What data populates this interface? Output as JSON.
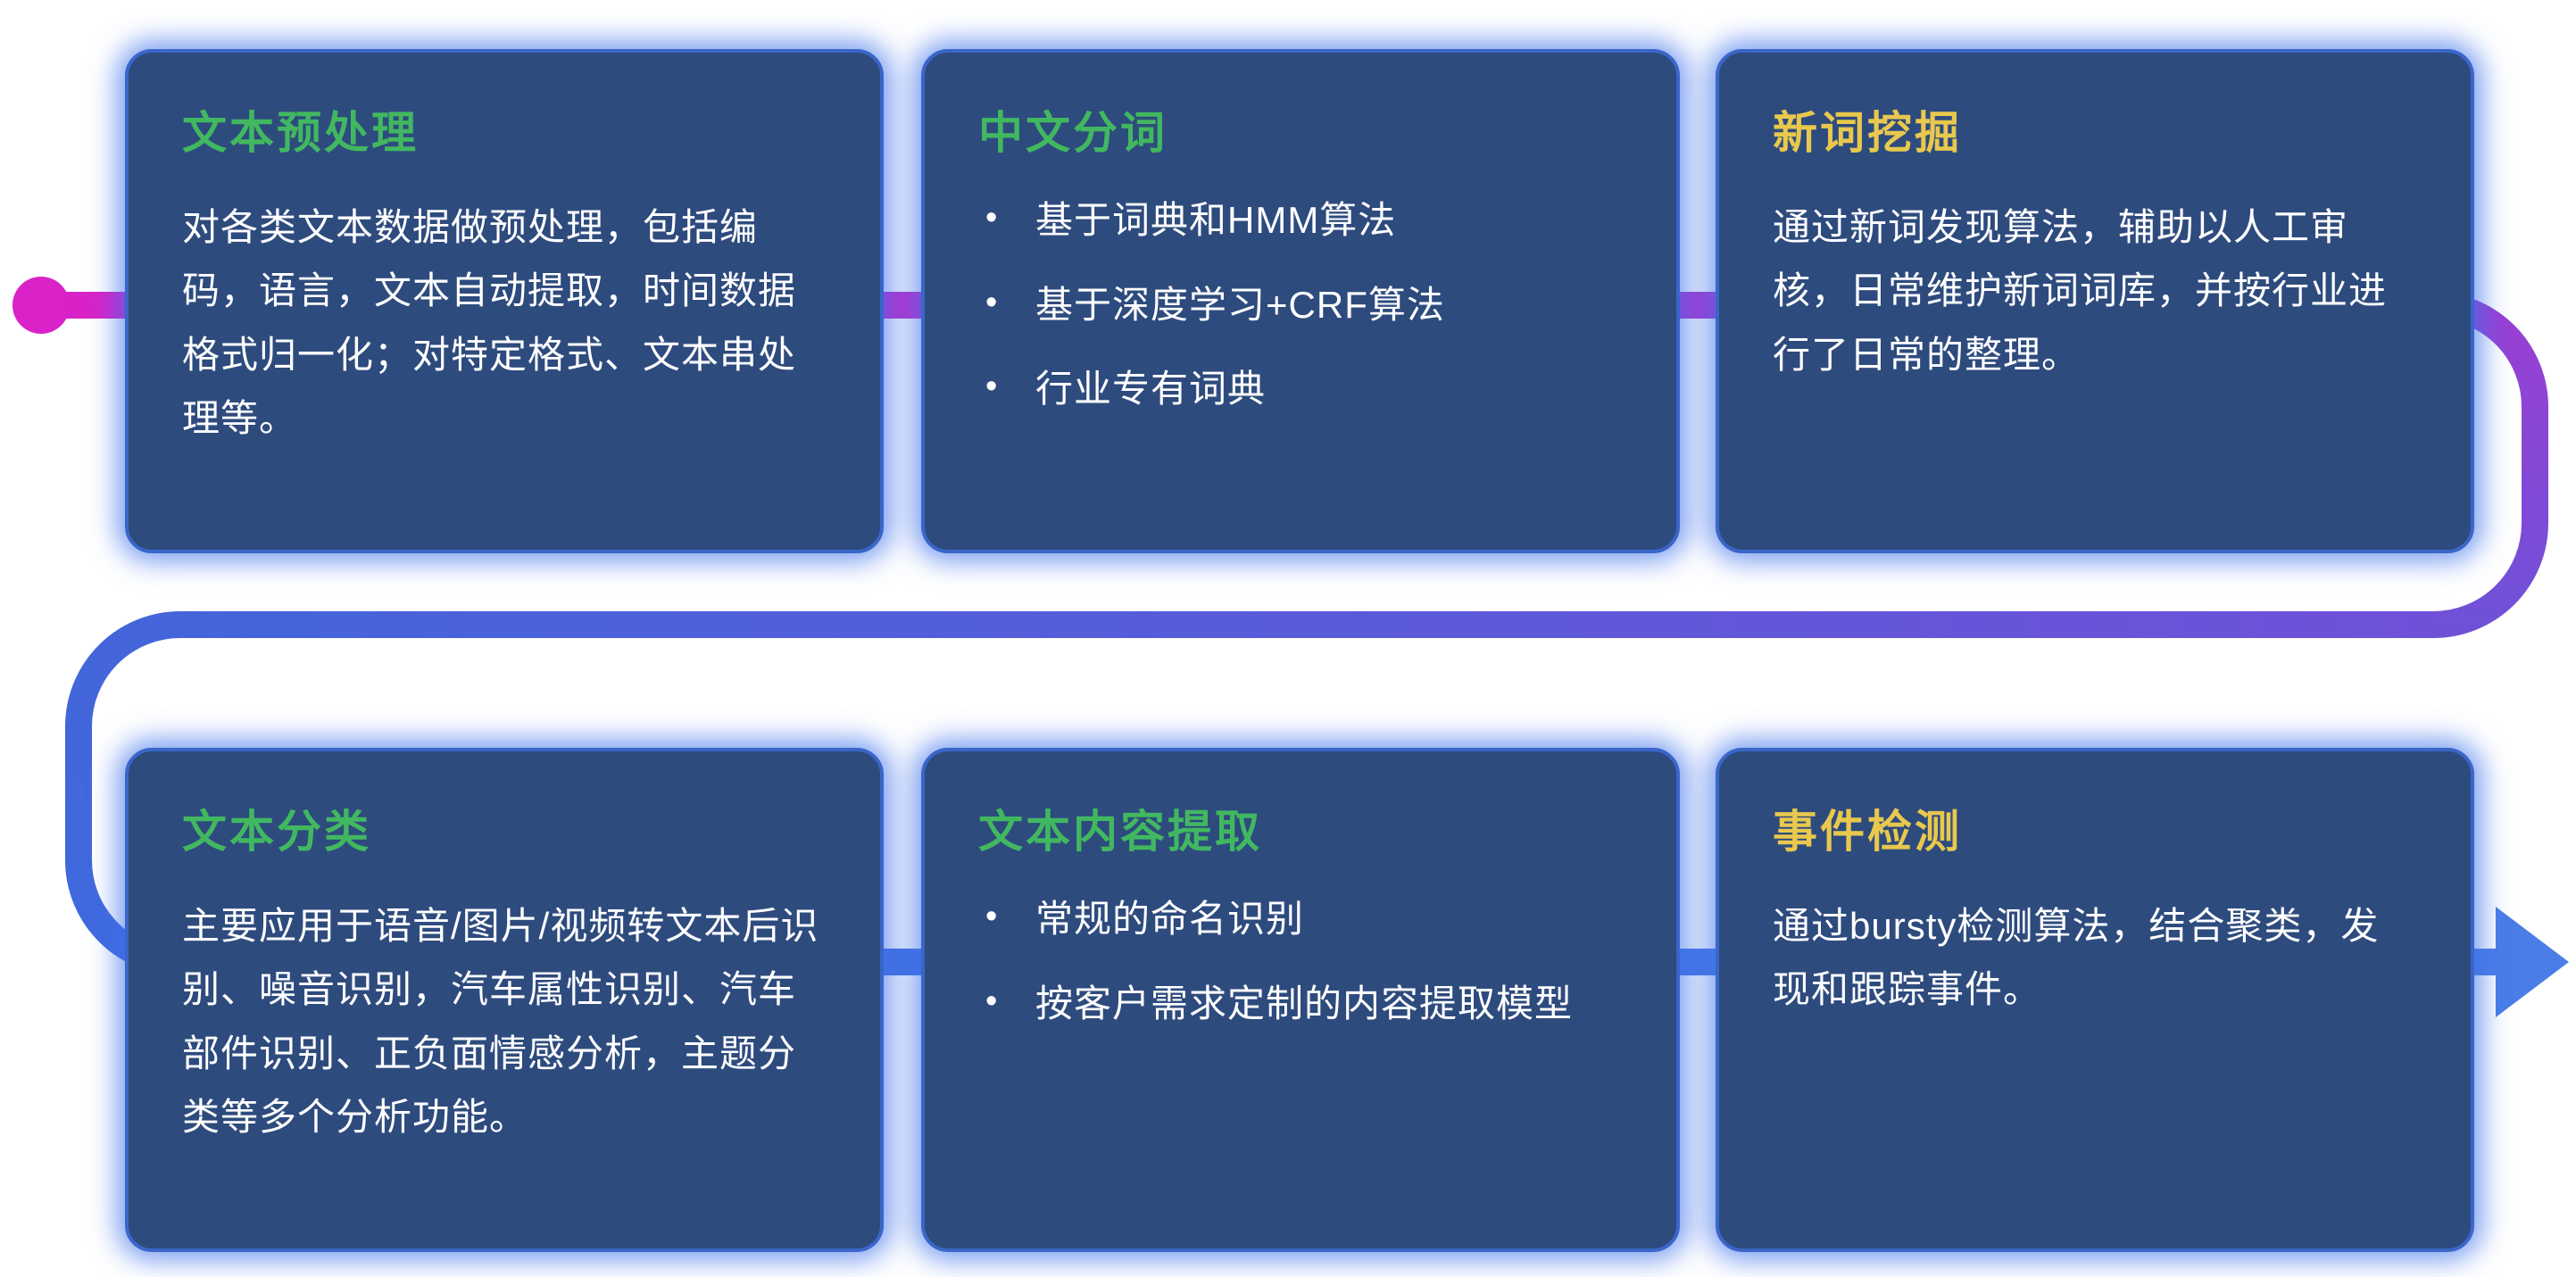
{
  "theme": {
    "page_bg": "#ffffff",
    "card_bg": "#2e4b7e",
    "card_border": "#3a66c9",
    "card_glow": "rgba(62,114,235,0.7)",
    "body_text": "#ffffff"
  },
  "ui": {
    "bullet_glyph": "•"
  },
  "flow": {
    "start_dot_color": "#d922c8",
    "colors": {
      "magenta": "#d922c8",
      "purple": "#9a3fd2",
      "purple_blue": "#6f51d8",
      "blue": "#4465da",
      "deep_blue": "#3f6ade",
      "arrow_blue": "#4a7de6"
    }
  },
  "cards": [
    {
      "id": "text-preprocessing",
      "title": "文本预处理",
      "title_color": "#41b860",
      "type": "paragraph",
      "body": "对各类文本数据做预处理，包括编码，语言，文本自动提取，时间数据格式归一化；对特定格式、文本串处理等。"
    },
    {
      "id": "chinese-word-segmentation",
      "title": "中文分词",
      "title_color": "#41b860",
      "type": "bullets",
      "bullets": [
        "基于词典和HMM算法",
        "基于深度学习+CRF算法",
        "行业专有词典"
      ]
    },
    {
      "id": "new-word-mining",
      "title": "新词挖掘",
      "title_color": "#e8c84d",
      "type": "paragraph",
      "body": "通过新词发现算法，辅助以人工审核，日常维护新词词库，并按行业进行了日常的整理。"
    },
    {
      "id": "text-classification",
      "title": "文本分类",
      "title_color": "#41b860",
      "type": "paragraph",
      "body": "主要应用于语音/图片/视频转文本后识别、噪音识别，汽车属性识别、汽车部件识别、正负面情感分析，主题分类等多个分析功能。"
    },
    {
      "id": "text-content-extraction",
      "title": "文本内容提取",
      "title_color": "#41b860",
      "type": "bullets",
      "bullets": [
        "常规的命名识别",
        "按客户需求定制的内容提取模型"
      ]
    },
    {
      "id": "event-detection",
      "title": "事件检测",
      "title_color": "#e8c84d",
      "type": "paragraph",
      "body": "通过bursty检测算法，结合聚类，发现和跟踪事件。"
    }
  ]
}
